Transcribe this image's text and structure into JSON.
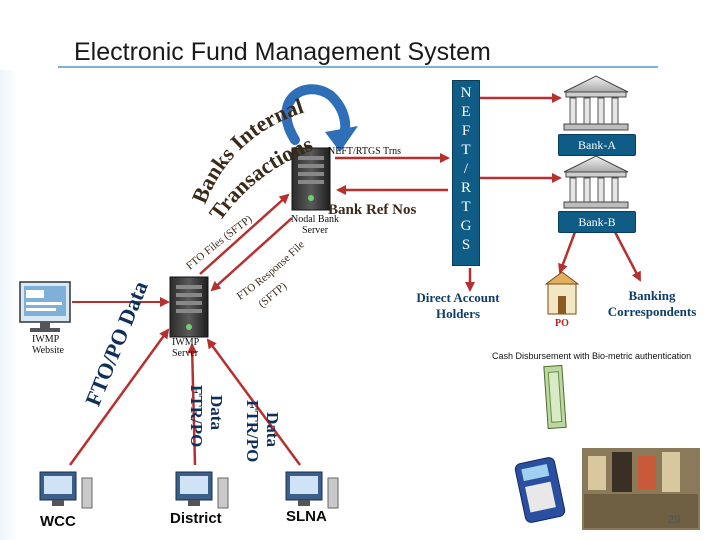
{
  "slide": {
    "title": "Electronic Fund Management System",
    "page_number": "29"
  },
  "left_cluster": {
    "iwmp_website": "IWMP\nWebsite",
    "iwmp_server": "IWMP\nServer",
    "nodal_bank_server": "Nodal Bank\nServer",
    "wcc": "WCC",
    "district": "District",
    "slna": "SLNA"
  },
  "arc_labels": {
    "banks_internal": "Banks Internal",
    "transactions": "Transactions",
    "neft_rtgs_trns": "NEFT/RTGS Trns",
    "bank_ref_nos": "Bank Ref Nos",
    "fto_files_sftp": "FTO Files (SFTP)",
    "fto_response_file": "FTO Response File",
    "sftp": "(SFTP)"
  },
  "vertical_labels": {
    "fto_po_data": "FTO/PO Data",
    "ftr_po_data_left_top": "FTR/PO",
    "ftr_po_data_left_bottom": "Data",
    "ftr_po_data_right_top": "FTR/PO",
    "ftr_po_data_right_bottom": "Data"
  },
  "neft_rtgs": [
    "N",
    "E",
    "F",
    "T",
    "/",
    "R",
    "T",
    "G",
    "S"
  ],
  "banks": {
    "bank_a": "Bank-A",
    "bank_b": "Bank-B",
    "direct_account_holders": "Direct Account Holders",
    "banking_correspondents": "Banking Correspondents",
    "po": "PO"
  },
  "cash_disbursement": "Cash Disbursement with Bio-metric authentication",
  "colors": {
    "accent_blue": "#0f5c86",
    "dark_text_blue": "#0f3e6a",
    "arrow_red": "#b73030",
    "curve_blue": "#2f6fb8",
    "title_underline": "#7fb3d6"
  }
}
